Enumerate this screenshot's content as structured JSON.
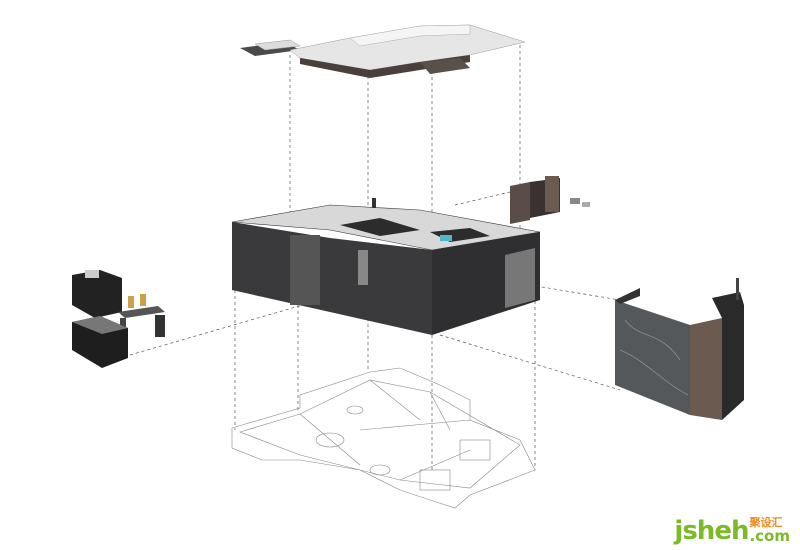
{
  "watermark": {
    "main": "jsheh",
    "cn": "聚设汇",
    "domain": ".com"
  },
  "colors": {
    "dark_block": "#3a3a3c",
    "wall_marble": "#55585a",
    "wood": "#6b5a50",
    "ceiling": "#e2e2e2",
    "watermark_green": "#7cba2a",
    "watermark_orange": "#f08a1c"
  }
}
